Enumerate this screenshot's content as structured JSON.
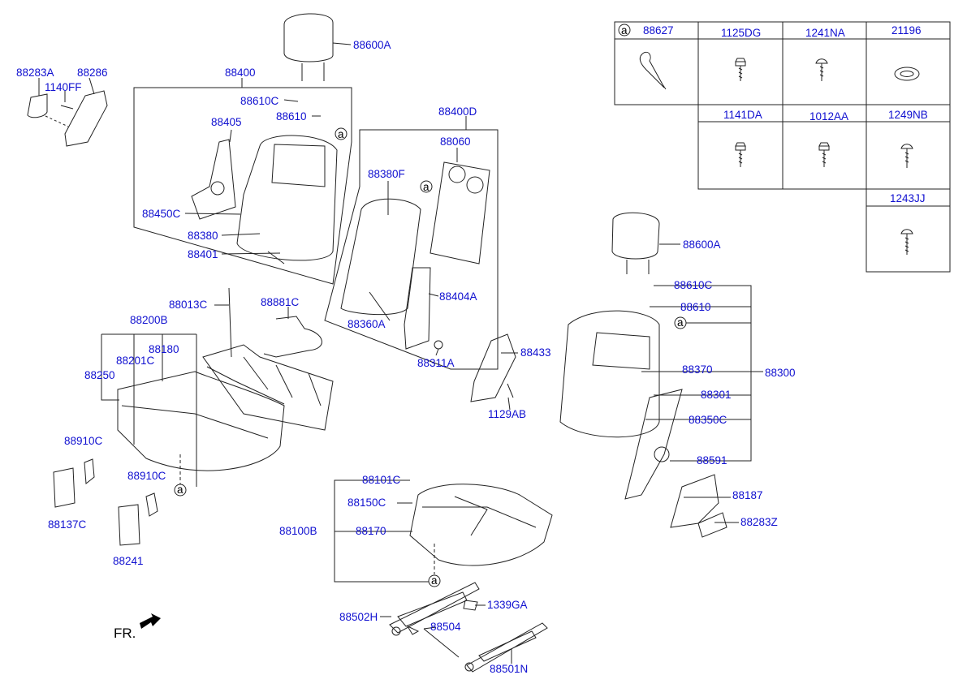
{
  "diagram": {
    "callout_marker": "a",
    "parts": {
      "p88600A_top": "88600A",
      "p88283A": "88283A",
      "p88286": "88286",
      "p1140FF": "1140FF",
      "p88400": "88400",
      "p88610C_top": "88610C",
      "p88610_top": "88610",
      "p88405": "88405",
      "p88450C": "88450C",
      "p88380": "88380",
      "p88401": "88401",
      "p88400D": "88400D",
      "p88060": "88060",
      "p88380F": "88380F",
      "p88404A": "88404A",
      "p88360A": "88360A",
      "p88311A": "88311A",
      "p88433": "88433",
      "p1129AB": "1129AB",
      "p88013C": "88013C",
      "p88881C": "88881C",
      "p88200B": "88200B",
      "p88201C": "88201C",
      "p88180": "88180",
      "p88250": "88250",
      "p88910C_a": "88910C",
      "p88137C": "88137C",
      "p88910C_b": "88910C",
      "p88241": "88241",
      "p88600A_right": "88600A",
      "p88610C_right": "88610C",
      "p88610_right": "88610",
      "p88370": "88370",
      "p88300": "88300",
      "p88301": "88301",
      "p88350C": "88350C",
      "p88591": "88591",
      "p88187": "88187",
      "p88283Z": "88283Z",
      "p88101C": "88101C",
      "p88150C": "88150C",
      "p88100B": "88100B",
      "p88170": "88170",
      "p88502H": "88502H",
      "p1339GA": "1339GA",
      "p88504": "88504",
      "p88501N": "88501N"
    },
    "fr_label": "FR."
  },
  "hardware_table": {
    "row1": [
      "88627",
      "1125DG",
      "1241NA",
      "21196"
    ],
    "row2": [
      "1141DA",
      "1012AA",
      "1249NB"
    ],
    "row3": [
      "1243JJ"
    ]
  }
}
